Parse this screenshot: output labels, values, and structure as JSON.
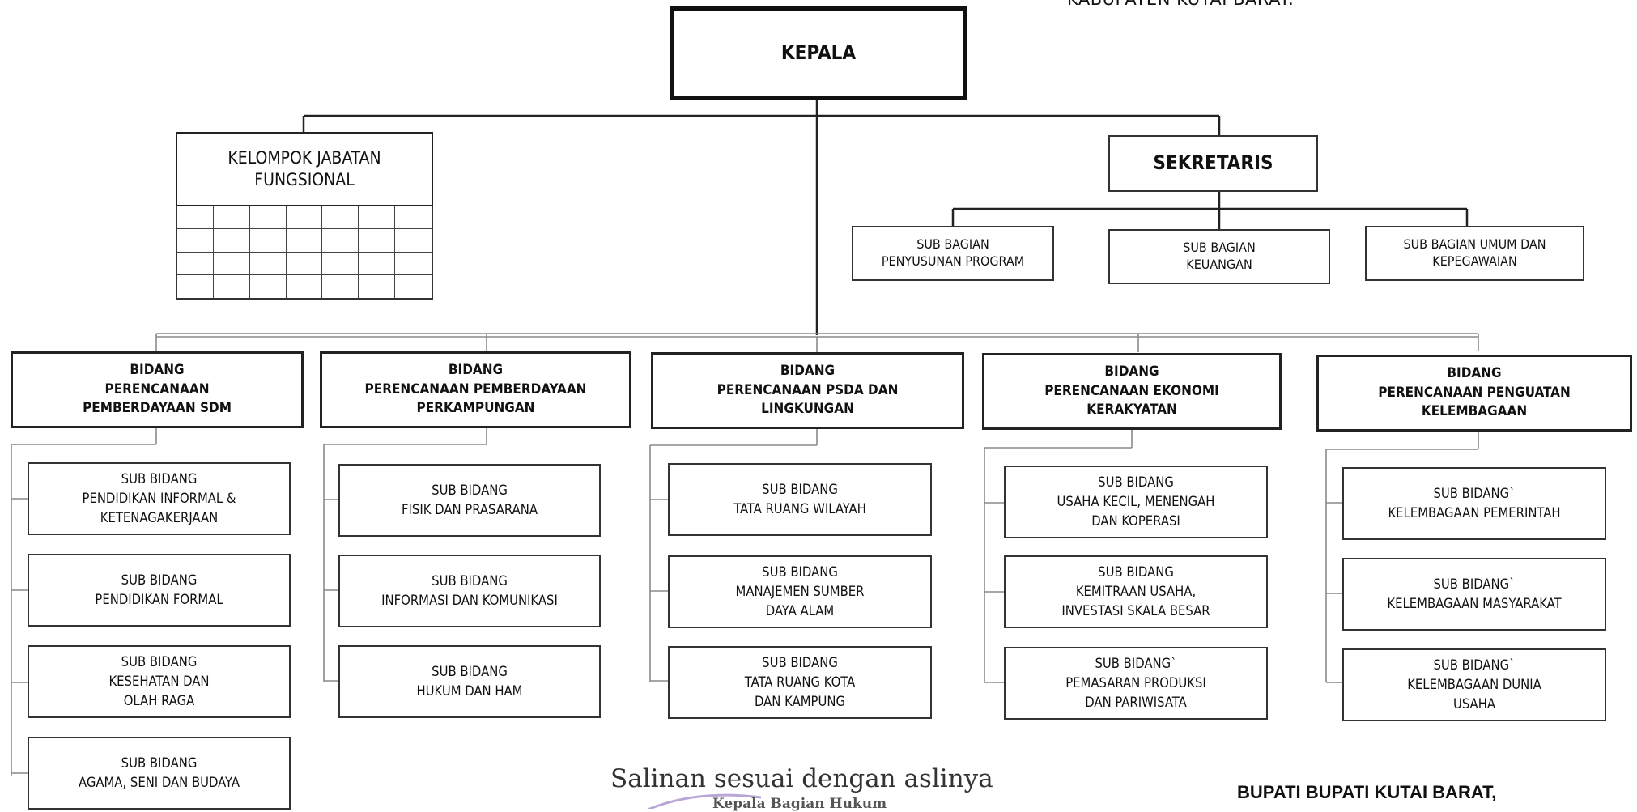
{
  "header_text": "KABUPATEN KUTAI BARAT.",
  "kepala": "KEPALA",
  "kelompok_jabatan": {
    "line1": "KELOMPOK JABATAN",
    "line2": "FUNGSIONAL"
  },
  "sekretaris": {
    "title": "SEKRETARIS",
    "sub_bagian": [
      {
        "line1": "SUB BAGIAN",
        "line2": "PENYUSUNAN PROGRAM"
      },
      {
        "line1": "SUB BAGIAN",
        "line2": "KEUANGAN"
      },
      {
        "line1": "SUB BAGIAN UMUM DAN",
        "line2": "KEPEGAWAIAN"
      }
    ]
  },
  "bidang": [
    {
      "title": [
        "BIDANG",
        "PERENCANAAN",
        "PEMBERDAYAAN SDM"
      ],
      "subs": [
        [
          "SUB BIDANG",
          "PENDIDIKAN INFORMAL &",
          "KETENAGAKERJAAN"
        ],
        [
          "SUB BIDANG",
          "PENDIDIKAN FORMAL"
        ],
        [
          "SUB BIDANG",
          "KESEHATAN DAN",
          "OLAH RAGA"
        ],
        [
          "SUB BIDANG",
          "AGAMA, SENI DAN BUDAYA"
        ]
      ]
    },
    {
      "title": [
        "BIDANG",
        "PERENCANAAN PEMBERDAYAAN",
        "PERKAMPUNGAN"
      ],
      "subs": [
        [
          "SUB BIDANG",
          "FISIK DAN PRASARANA"
        ],
        [
          "SUB BIDANG",
          "INFORMASI DAN KOMUNIKASI"
        ],
        [
          "SUB BIDANG",
          "HUKUM DAN HAM"
        ]
      ]
    },
    {
      "title": [
        "BIDANG",
        "PERENCANAAN PSDA DAN",
        "LINGKUNGAN"
      ],
      "subs": [
        [
          "SUB BIDANG",
          "TATA RUANG WILAYAH"
        ],
        [
          "SUB BIDANG",
          "MANAJEMEN SUMBER",
          "DAYA ALAM"
        ],
        [
          "SUB BIDANG",
          "TATA RUANG KOTA",
          "DAN KAMPUNG"
        ]
      ]
    },
    {
      "title": [
        "BIDANG",
        "PERENCANAAN EKONOMI",
        "KERAKYATAN"
      ],
      "subs": [
        [
          "SUB BIDANG",
          "USAHA KECIL, MENENGAH",
          "DAN KOPERASI"
        ],
        [
          "SUB BIDANG",
          "KEMITRAAN USAHA,",
          "INVESTASI SKALA BESAR"
        ],
        [
          "SUB BIDANG`",
          "PEMASARAN PRODUKSI",
          "DAN PARIWISATA"
        ]
      ]
    },
    {
      "title": [
        "BIDANG",
        "PERENCANAAN PENGUATAN",
        "KELEMBAGAAN"
      ],
      "subs": [
        [
          "SUB BIDANG`",
          "KELEMBAGAAN PEMERINTAH"
        ],
        [
          "SUB BIDANG`",
          "KELEMBAGAAN MASYARAKAT"
        ],
        [
          "SUB BIDANG`",
          "KELEMBAGAAN DUNIA",
          "USAHA"
        ]
      ]
    }
  ],
  "footer": {
    "salinan": "Salinan sesuai dengan aslinya",
    "stamp": "Kepala Bagian Hukum",
    "bupati": "BUPATI BUPATI KUTAI BARAT,"
  }
}
